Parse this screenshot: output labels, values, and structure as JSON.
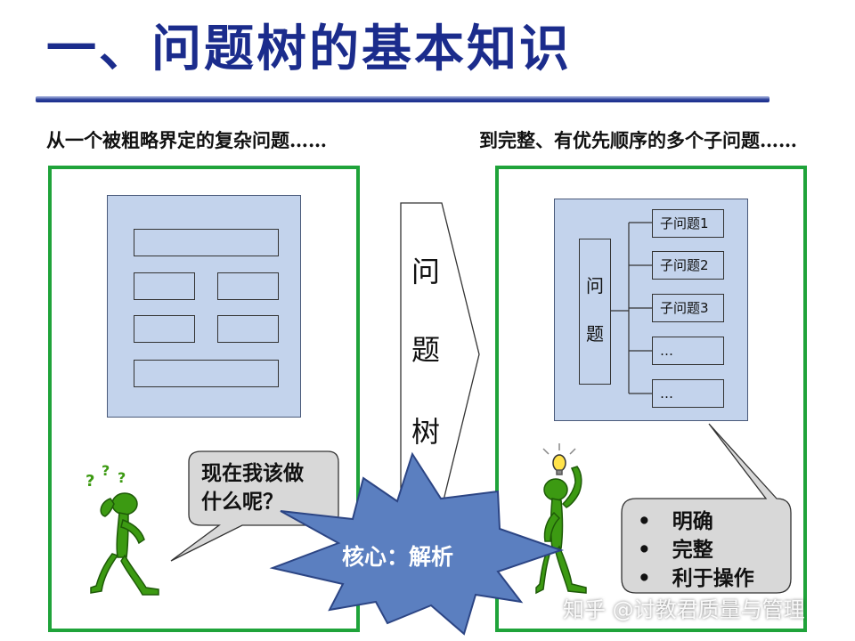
{
  "title": "一、问题树的基本知识",
  "left_caption": "从一个被粗略界定的复杂问题……",
  "right_caption": "到完整、有优先顺序的多个子问题……",
  "arrow_chars": [
    "问",
    "题",
    "树"
  ],
  "tree": {
    "root_chars": [
      "问",
      "题"
    ],
    "children": [
      "子问题1",
      "子问题2",
      "子问题3",
      "…",
      "…"
    ]
  },
  "left_bubble": {
    "line1": "现在我该做",
    "line2": "什么呢？"
  },
  "right_bubble": {
    "items": [
      "明确",
      "完整",
      "利于操作"
    ]
  },
  "burst_label": "核心：解析",
  "watermark": "知乎 @讨教君质量与管理",
  "colors": {
    "title": "#1b2c8c",
    "panel_border": "#1fa33a",
    "box_fill": "#c3d3ec",
    "burst_fill": "#5b7fc0",
    "figure": "#3c9a12"
  }
}
